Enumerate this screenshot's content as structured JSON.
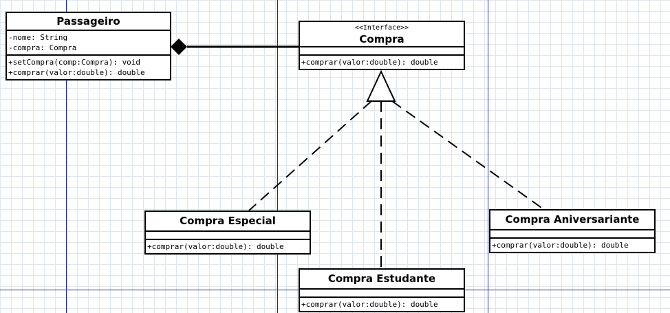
{
  "classes": {
    "passageiro": {
      "name": "Passageiro",
      "attributes": [
        "-nome: String",
        "-compra: Compra"
      ],
      "operations": [
        "+setCompra(comp:Compra): void",
        "+comprar(valor:double): double"
      ]
    },
    "compra": {
      "stereotype": "<<Interface>>",
      "name": "Compra",
      "attributes": [],
      "operations": [
        "+comprar(valor:double): double"
      ]
    },
    "compra_especial": {
      "name": "Compra Especial",
      "attributes": [],
      "operations": [
        "+comprar(valor:double): double"
      ]
    },
    "compra_estudante": {
      "name": "Compra Estudante",
      "attributes": [],
      "operations": [
        "+comprar(valor:double): double"
      ]
    },
    "compra_aniversariante": {
      "name": "Compra Aniversariante",
      "attributes": [],
      "operations": [
        "+comprar(valor:double): double"
      ]
    }
  },
  "relationships": [
    {
      "type": "composition",
      "whole": "Passageiro",
      "part": "Compra"
    },
    {
      "type": "realization",
      "from": "Compra Especial",
      "to": "Compra"
    },
    {
      "type": "realization",
      "from": "Compra Estudante",
      "to": "Compra"
    },
    {
      "type": "realization",
      "from": "Compra Aniversariante",
      "to": "Compra"
    }
  ],
  "colors": {
    "page_border": "#1a2a8c",
    "grid": "#dfe7ee",
    "line": "#000000",
    "background": "#ffffff"
  }
}
